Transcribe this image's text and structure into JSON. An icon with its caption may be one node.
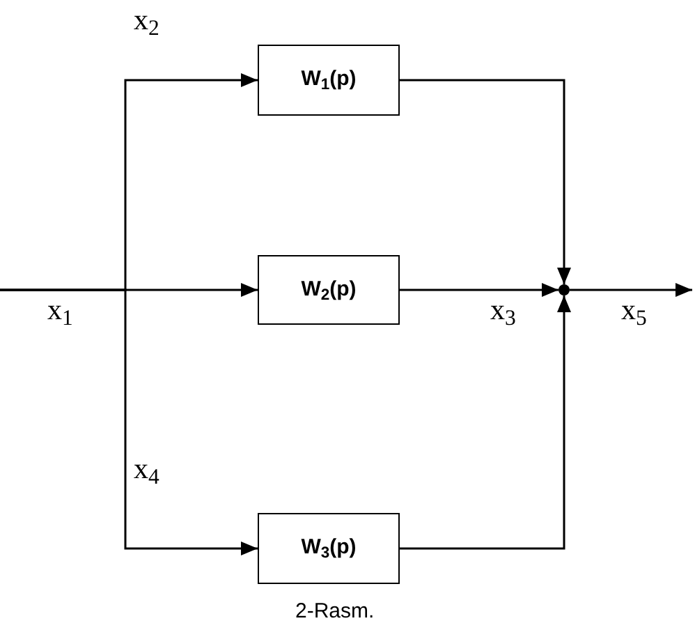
{
  "diagram": {
    "caption": "2-Rasm.",
    "nodes": [
      {
        "text": [
          "W$_{1}$(p)"
        ]
      },
      {
        "text": [
          "W$_{2}$(p)"
        ]
      },
      {
        "text": [
          "W$_{3}$(p)"
        ]
      },
      {
        "text": [],
        "shape": "circle"
      }
    ],
    "edges": [
      {
        "from": null,
        "to": 0,
        "arrow": "to"
      },
      {
        "from": null,
        "to": 1,
        "arrow": "to"
      },
      {
        "from": null,
        "to": 2,
        "arrow": "to"
      },
      {
        "from": 0,
        "to": 3,
        "arrow": "to"
      },
      {
        "from": 1,
        "to": 3,
        "arrow": "to"
      },
      {
        "from": 2,
        "to": 3,
        "arrow": "to"
      },
      {
        "from": 3,
        "to": null,
        "arrow": "to"
      }
    ],
    "labels": [
      "x$_{2}$",
      "x$_{1}$",
      "x$_{3}$",
      "x$_{5}$",
      "x$_{4}$"
    ]
  }
}
